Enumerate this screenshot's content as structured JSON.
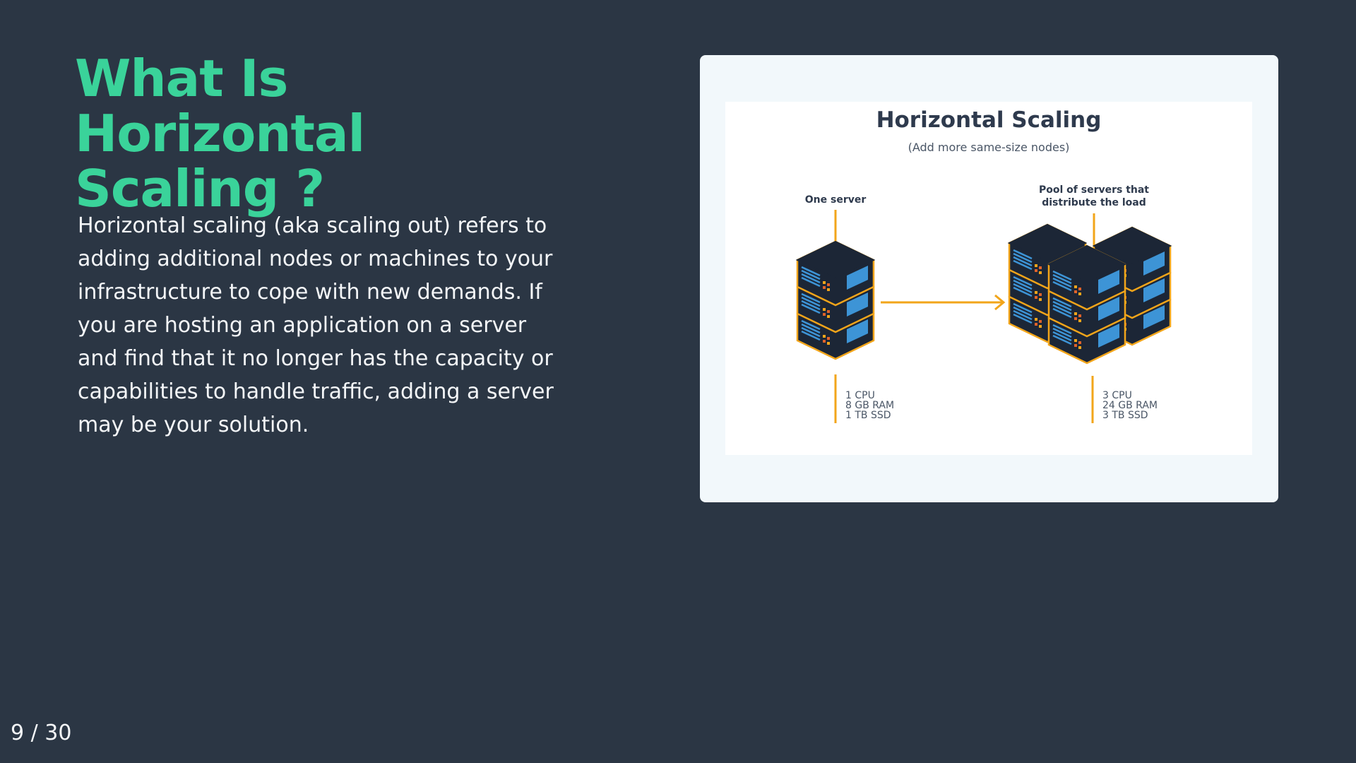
{
  "slide": {
    "title": "What Is Horizontal Scaling ?",
    "body": "Horizontal scaling (aka scaling out) refers to adding additional nodes or machines to your infrastructure to cope with new demands. If you are hosting an application on a server and find that it no longer has the capacity or capabilities to handle traffic, adding a server may be your solution.",
    "page_number": "9 / 30"
  },
  "diagram": {
    "title": "Horizontal Scaling",
    "subtitle": "(Add more same-size nodes)",
    "left_label": "One server",
    "right_label_line1": "Pool of servers that",
    "right_label_line2": "distribute the load",
    "left_specs": [
      "1 CPU",
      "8 GB RAM",
      "1 TB SSD"
    ],
    "right_specs": [
      "3 CPU",
      "24 GB RAM",
      "3 TB SSD"
    ]
  },
  "colors": {
    "background": "#2b3644",
    "title": "#3ad39a",
    "text": "#f4f6f8",
    "accent_orange": "#f2a51a",
    "server_body": "#1c2636",
    "server_blue": "#3d94d6"
  },
  "icons": {
    "single_server": "server-stack-icon",
    "server_pool": "server-pool-icon",
    "arrow": "arrow-right-icon"
  }
}
